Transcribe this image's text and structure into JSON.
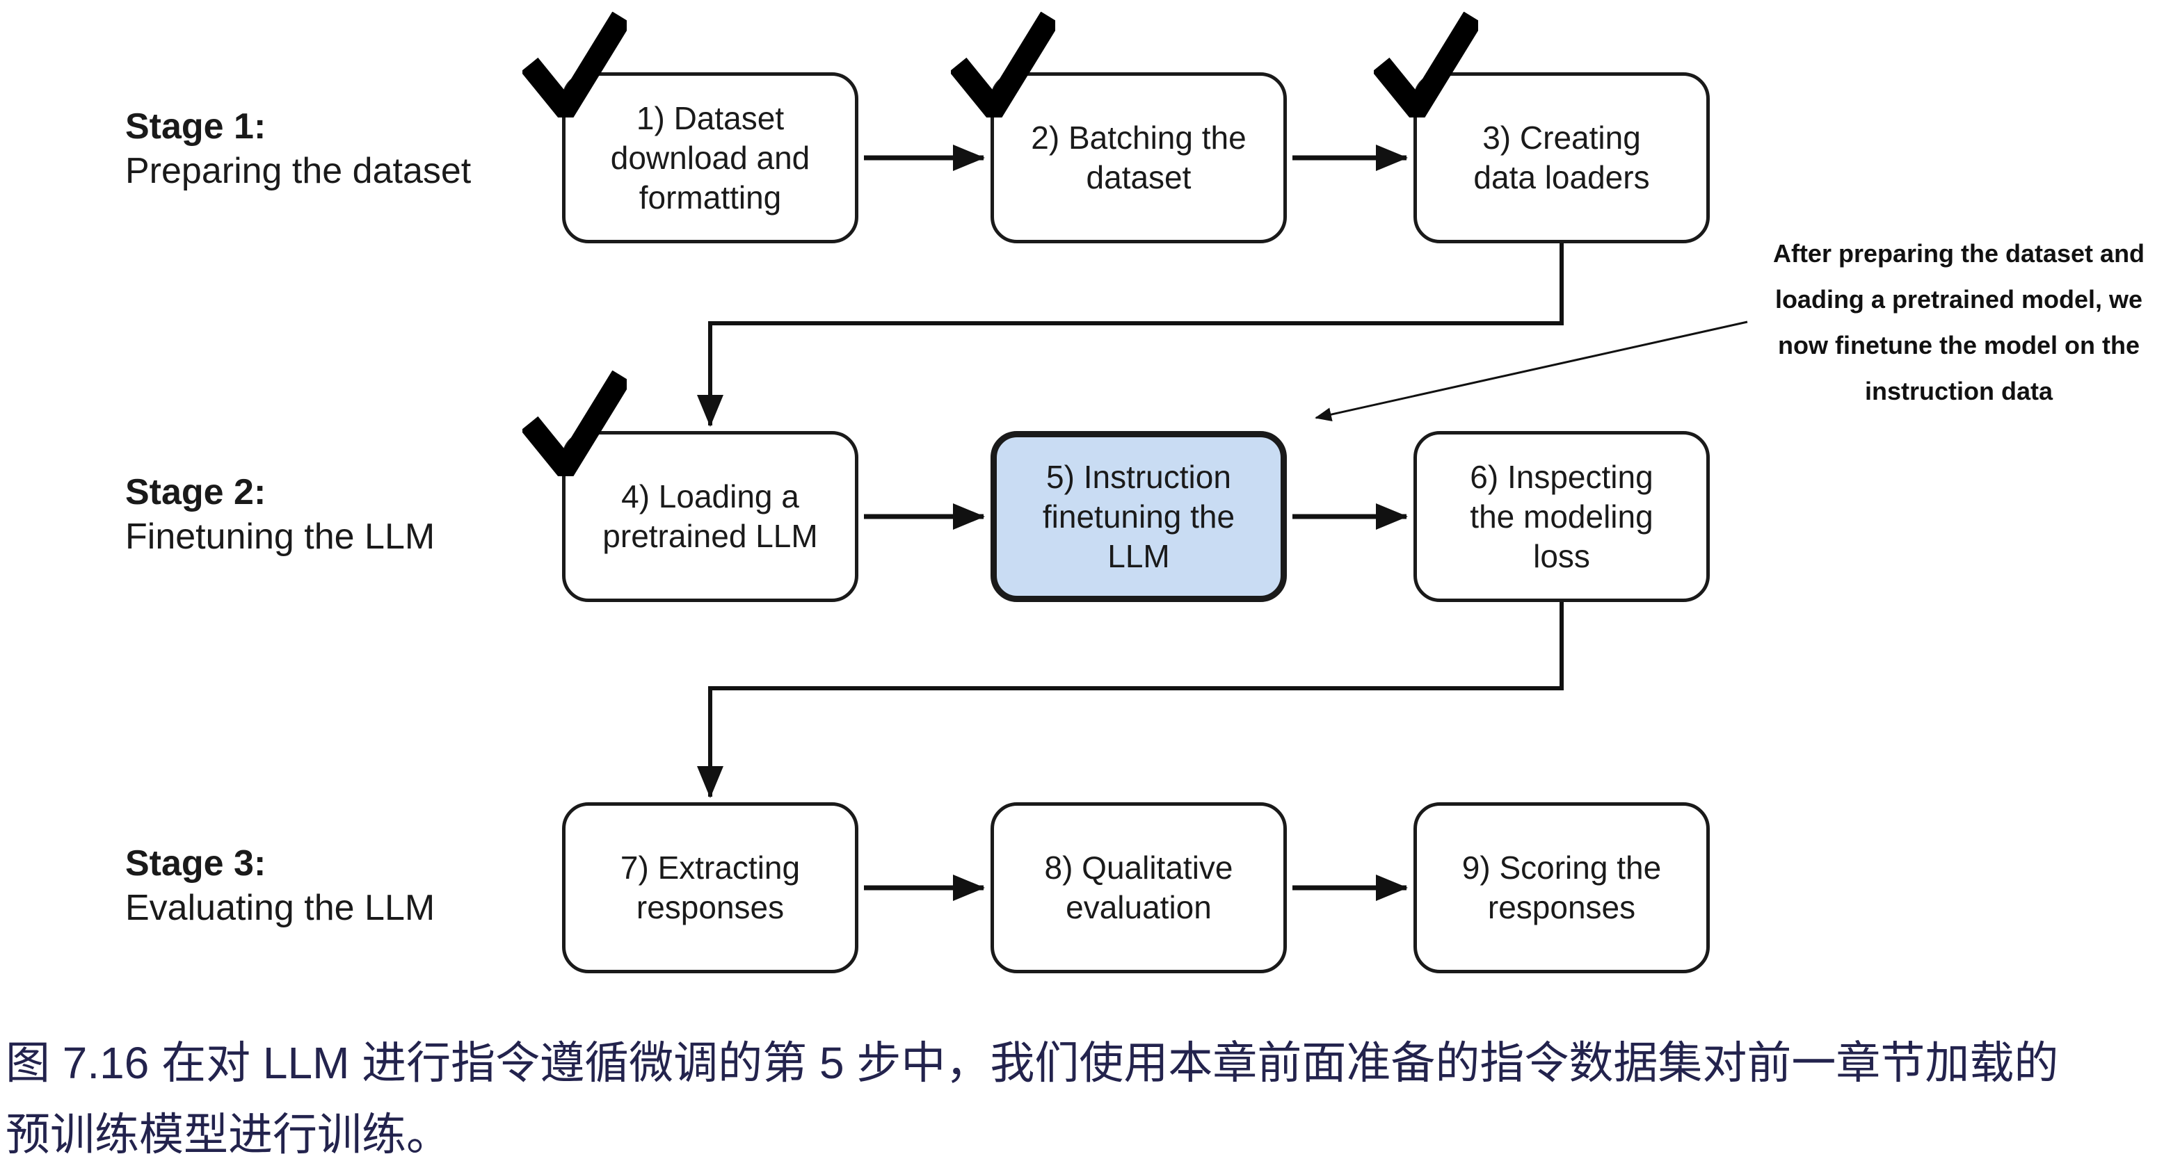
{
  "diagram": {
    "stages": [
      {
        "title": "Stage 1:",
        "subtitle": "Preparing the dataset"
      },
      {
        "title": "Stage 2:",
        "subtitle": "Finetuning the LLM"
      },
      {
        "title": "Stage 3:",
        "subtitle": "Evaluating the LLM"
      }
    ],
    "boxes": [
      {
        "label": "1) Dataset\ndownload and\nformatting",
        "checked": true,
        "highlighted": false
      },
      {
        "label": "2) Batching the\ndataset",
        "checked": true,
        "highlighted": false
      },
      {
        "label": "3) Creating\ndata loaders",
        "checked": true,
        "highlighted": false
      },
      {
        "label": "4) Loading a\npretrained LLM",
        "checked": true,
        "highlighted": false
      },
      {
        "label": "5) Instruction\nfinetuning the\nLLM",
        "checked": false,
        "highlighted": true
      },
      {
        "label": "6) Inspecting\nthe modeling\nloss",
        "checked": false,
        "highlighted": false
      },
      {
        "label": "7) Extracting\nresponses",
        "checked": false,
        "highlighted": false
      },
      {
        "label": "8) Qualitative\nevaluation",
        "checked": false,
        "highlighted": false
      },
      {
        "label": "9) Scoring the\nresponses",
        "checked": false,
        "highlighted": false
      }
    ],
    "annotation": "After preparing the dataset and\nloading a pretrained model, we\nnow finetune the model on the\ninstruction data",
    "check_icon_name": "check-icon",
    "colors": {
      "box_border": "#1a1a1a",
      "highlight_fill": "#c9dcf3",
      "connector": "#111111",
      "caption_text": "#23234d",
      "background": "#ffffff"
    }
  },
  "caption": "图 7.16 在对 LLM 进行指令遵循微调的第 5 步中，我们使用本章前面准备的指令数据集对前一章节加载的\n预训练模型进行训练。"
}
